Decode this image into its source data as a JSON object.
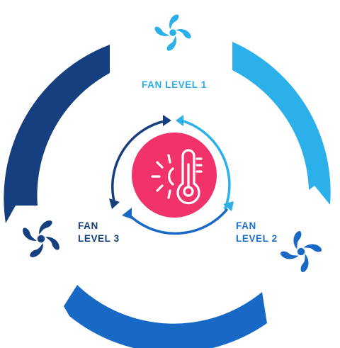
{
  "colors": {
    "level1": "#2bb0ea",
    "level2": "#1869c6",
    "level3": "#163f80",
    "center": "#f2336b",
    "white": "#ffffff"
  },
  "levels": [
    {
      "line1": "FAN LEVEL 1",
      "line2": "",
      "color": "#2aaee6",
      "icon": "fan-icon"
    },
    {
      "line1": "FAN",
      "line2": "LEVEL 2",
      "color": "#1b6fc9",
      "icon": "fan-icon"
    },
    {
      "line1": "FAN",
      "line2": "LEVEL 3",
      "color": "#123d7a",
      "icon": "fan-icon"
    }
  ],
  "center_icon": "sun-thermometer-icon",
  "cycle_icon": "circular-arrows-icon"
}
